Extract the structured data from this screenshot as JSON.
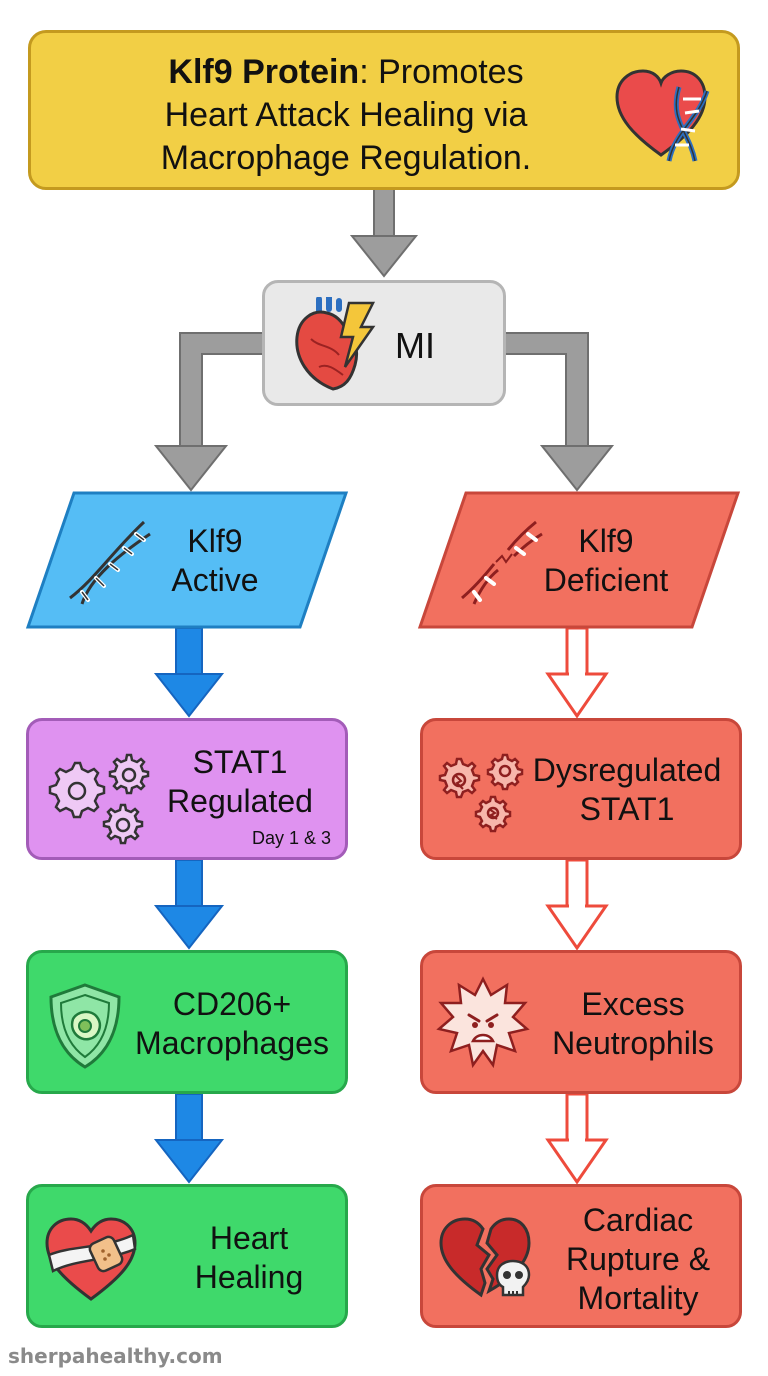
{
  "title": {
    "bold": "Klf9 Protein",
    "rest_line1": ": Promotes",
    "line2": "Heart Attack Healing via",
    "line3": "Macrophage Regulation."
  },
  "mi": {
    "label": "MI"
  },
  "left": {
    "input": {
      "line1": "Klf9",
      "line2": "Active"
    },
    "stat": {
      "line1": "STAT1",
      "line2": "Regulated",
      "note": "Day 1 & 3"
    },
    "cells": {
      "line1": "CD206+",
      "line2": "Macrophages"
    },
    "outcome": {
      "line1": "Heart",
      "line2": "Healing"
    }
  },
  "right": {
    "input": {
      "line1": "Klf9",
      "line2": "Deficient"
    },
    "stat": {
      "line1": "Dysregulated",
      "line2": "STAT1"
    },
    "cells": {
      "line1": "Excess",
      "line2": "Neutrophils"
    },
    "outcome": {
      "line1": "Cardiac",
      "line2": "Rupture &",
      "line3": "Mortality"
    }
  },
  "footer": "sherpahealthy.com",
  "colors": {
    "title_bg": "#f2cf45",
    "mi_bg": "#e9e9e9",
    "left_input": "#55bdf5",
    "stat_left": "#df92f0",
    "green": "#3fd96b",
    "red": "#f2705f",
    "arrow_gray": "#9d9d9d",
    "arrow_blue": "#1e88e5",
    "arrow_red": "#ee4b3c"
  },
  "icons": [
    "heart-dna-icon",
    "heart-lightning-icon",
    "dna-icon",
    "broken-dna-icon",
    "gears-icon",
    "broken-gears-icon",
    "shield-cell-icon",
    "angry-cell-icon",
    "bandaged-heart-icon",
    "broken-heart-skull-icon"
  ]
}
